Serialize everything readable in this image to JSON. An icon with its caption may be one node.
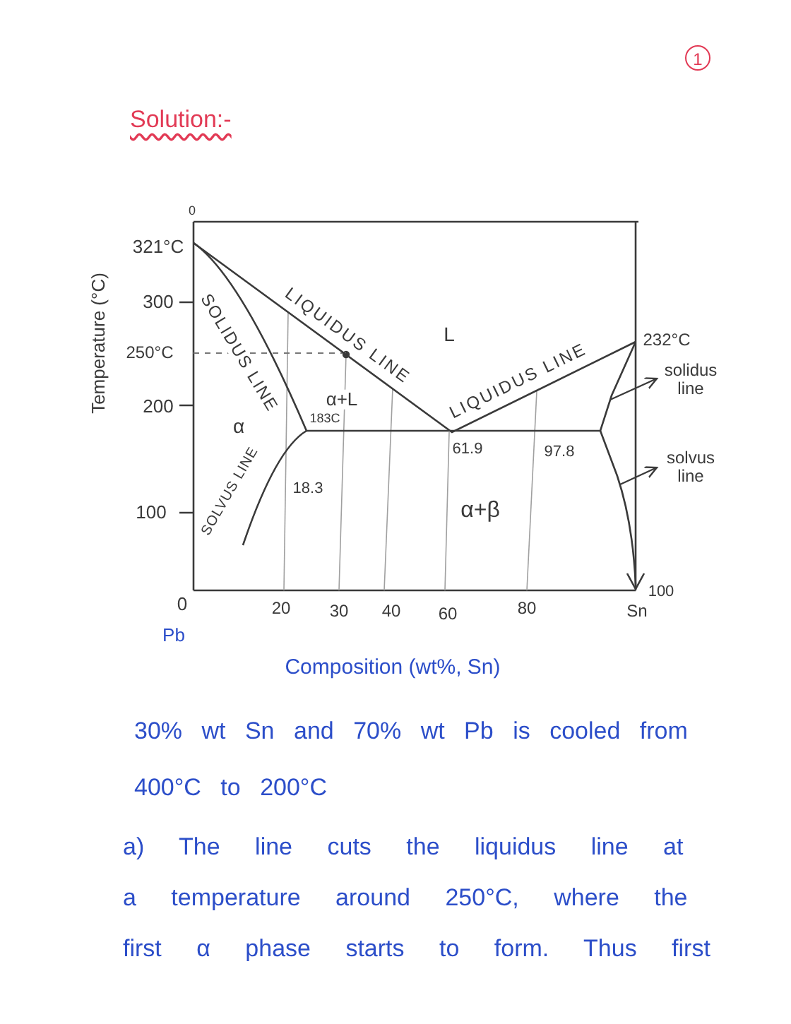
{
  "diagram": {
    "title": "Solution:-",
    "nodes": [
      {
        "text": [
          "1"
        ]
      },
      {
        "text": [],
        "shape": "line"
      },
      {
        "text": [
          "solidus line"
        ]
      },
      {
        "text": [],
        "shape": "line"
      },
      {
        "text": [
          "solvus line"
        ]
      }
    ],
    "edges": [
      {
        "from": 1,
        "to": 2,
        "arrow": "to"
      },
      {
        "from": 3,
        "to": 4,
        "arrow": "to"
      }
    ],
    "labels": [
      "0",
      "321°C",
      "300",
      "Temperature (°C)",
      "SOLIDUS LINE",
      "LIQUIDUS LINE",
      "L",
      "250°C",
      "232°C",
      "LIQUIDUS LINE",
      "200",
      "α+L",
      "α",
      "183C",
      "61.9",
      "97.8",
      "SOLVUS LINE",
      "18.3",
      "100",
      "α+β",
      "0",
      "20",
      "30",
      "40",
      "60",
      "80",
      "100",
      "Sn",
      "Pb",
      "Composition (wt%, Sn)",
      "30% wt Sn and 70% wt Pb is cooled from 400°C to 200°C",
      "a) The line cuts the liquidus line at a temperature around 250°C, where the first α phase starts to form. Thus first"
    ]
  }
}
